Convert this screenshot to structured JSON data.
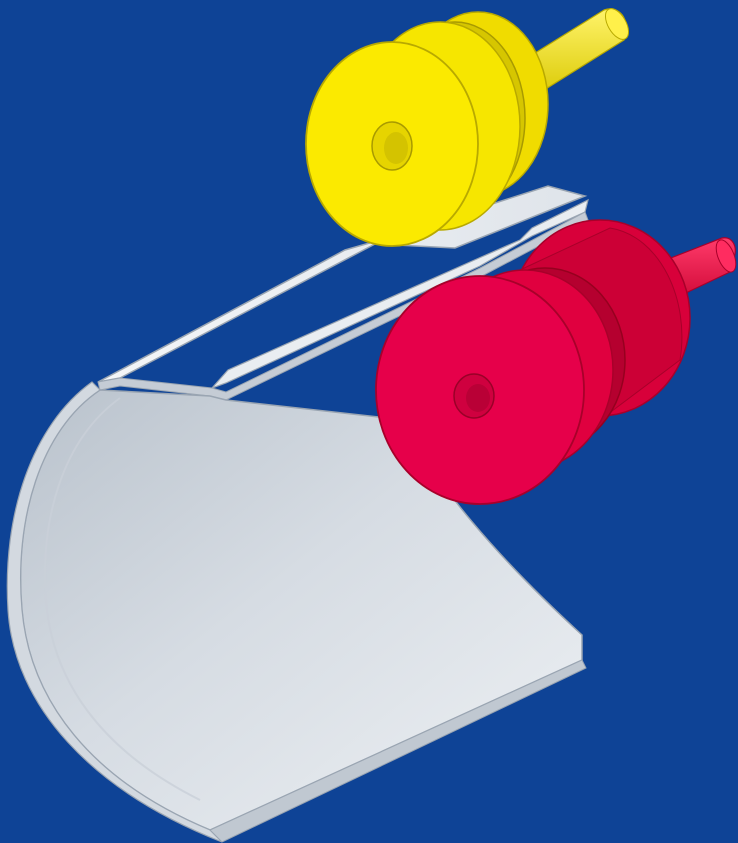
{
  "scene": {
    "background_color": "#0e4396",
    "components": [
      {
        "name": "upper-roll",
        "shape": "grooved roller with shaft",
        "color": "#f5e400"
      },
      {
        "name": "lower-roll",
        "shape": "grooved roller with shaft",
        "color": "#e2003b"
      },
      {
        "name": "workpiece",
        "shape": "curved sheet with formed edge groove",
        "color": "#e3e7ec"
      }
    ]
  }
}
